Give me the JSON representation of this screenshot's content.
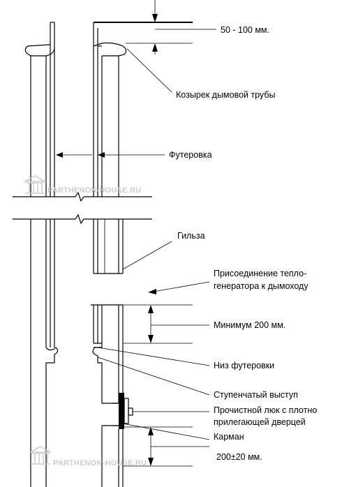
{
  "labels": {
    "gap": "50 - 100 мм.",
    "cap": "Козырек дымовой трубы",
    "lining": "Футеровка",
    "sleeve": "Гильза",
    "connection_line1": "Присоединение тепло-",
    "connection_line2": "генератора к дымоходу",
    "minimum": "Минимум 200 мм.",
    "lining_bottom": "Низ футеровки",
    "step": "Ступенчатый выступ",
    "cleanout_line1": "Прочистной люк с плотно",
    "cleanout_line2": "прилегающей дверцей",
    "pocket": "Карман",
    "pocket_depth": "200±20 мм."
  },
  "watermark": {
    "text": "PARTHENON-HOUSE.RU"
  }
}
